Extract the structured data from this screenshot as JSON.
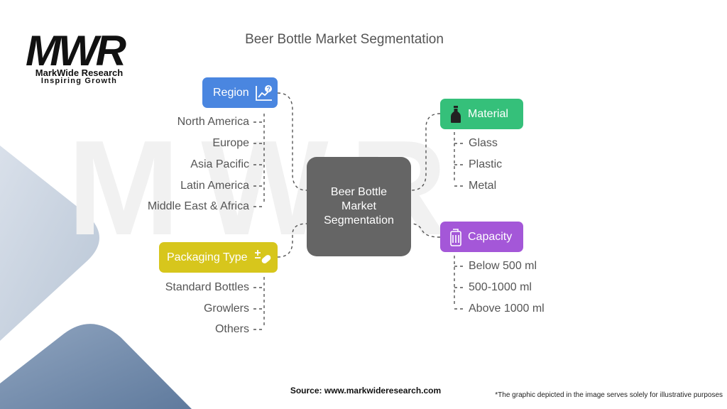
{
  "brand": {
    "logo_letters": "MWR",
    "name": "MarkWide Research",
    "tagline": "Inspiring Growth"
  },
  "title": "Beer Bottle Market Segmentation",
  "center": {
    "label": "Beer Bottle Market Segmentation"
  },
  "segments": {
    "region": {
      "label": "Region",
      "icon": "chart-question-icon",
      "color": "#4a86e0",
      "items": [
        "North America",
        "Europe",
        "Asia Pacific",
        "Latin America",
        "Middle East & Africa"
      ]
    },
    "packaging": {
      "label": "Packaging Type",
      "icon": "plus-minus-pill-icon",
      "color": "#d7c61c",
      "items": [
        "Standard Bottles",
        "Growlers",
        "Others"
      ]
    },
    "material": {
      "label": "Material",
      "icon": "bottle-icon",
      "color": "#35c07a",
      "items": [
        "Glass",
        "Plastic",
        "Metal"
      ]
    },
    "capacity": {
      "label": "Capacity",
      "icon": "fuel-can-icon",
      "color": "#a457d8",
      "items": [
        "Below 500 ml",
        "500-1000 ml",
        "Above 1000 ml"
      ]
    }
  },
  "footer": {
    "source": "Source: www.markwideresearch.com",
    "disclaimer": "*The graphic depicted in the image serves solely for illustrative purposes"
  }
}
